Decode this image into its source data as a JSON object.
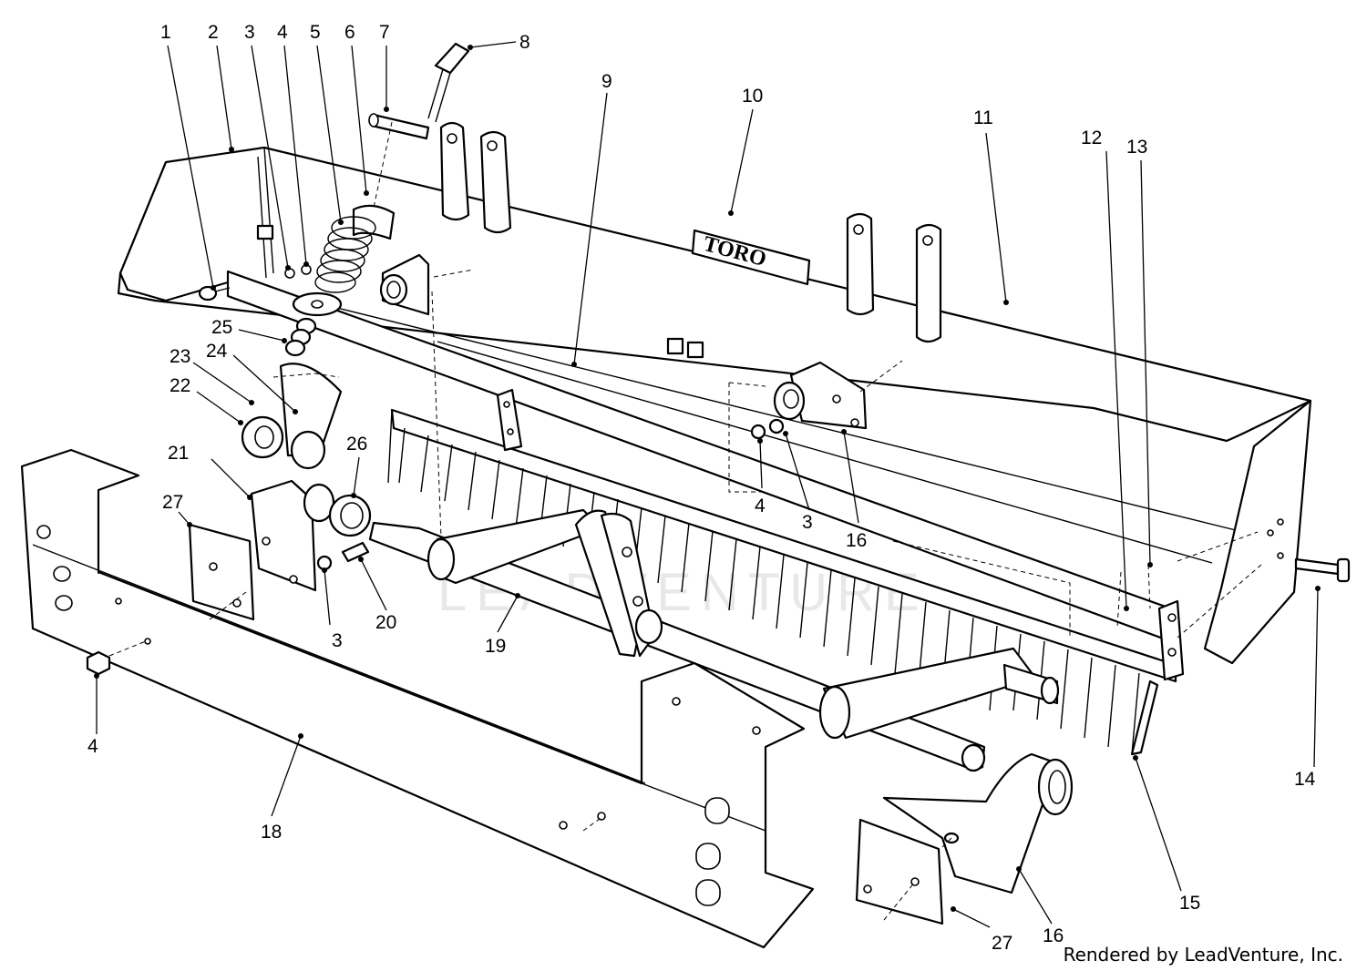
{
  "diagram": {
    "credit": "Rendered by LeadVenture, Inc.",
    "watermark": "LEADVENTURE",
    "decal_text": "TORO",
    "callouts": [
      {
        "id": "c1",
        "text": "1"
      },
      {
        "id": "c2",
        "text": "2"
      },
      {
        "id": "c3a",
        "text": "3"
      },
      {
        "id": "c4a",
        "text": "4"
      },
      {
        "id": "c5",
        "text": "5"
      },
      {
        "id": "c6",
        "text": "6"
      },
      {
        "id": "c7",
        "text": "7"
      },
      {
        "id": "c8",
        "text": "8"
      },
      {
        "id": "c9",
        "text": "9"
      },
      {
        "id": "c10",
        "text": "10"
      },
      {
        "id": "c11",
        "text": "11"
      },
      {
        "id": "c12",
        "text": "12"
      },
      {
        "id": "c13",
        "text": "13"
      },
      {
        "id": "c25",
        "text": "25"
      },
      {
        "id": "c23",
        "text": "23"
      },
      {
        "id": "c24",
        "text": "24"
      },
      {
        "id": "c22",
        "text": "22"
      },
      {
        "id": "c21",
        "text": "21"
      },
      {
        "id": "c27a",
        "text": "27"
      },
      {
        "id": "c26",
        "text": "26"
      },
      {
        "id": "c3b",
        "text": "3"
      },
      {
        "id": "c20",
        "text": "20"
      },
      {
        "id": "c19",
        "text": "19"
      },
      {
        "id": "c4b",
        "text": "4"
      },
      {
        "id": "c3c",
        "text": "3"
      },
      {
        "id": "c16a",
        "text": "16"
      },
      {
        "id": "c4c",
        "text": "4"
      },
      {
        "id": "c18",
        "text": "18"
      },
      {
        "id": "c14",
        "text": "14"
      },
      {
        "id": "c15",
        "text": "15"
      },
      {
        "id": "c27b",
        "text": "27"
      },
      {
        "id": "c16b",
        "text": "16"
      }
    ]
  }
}
